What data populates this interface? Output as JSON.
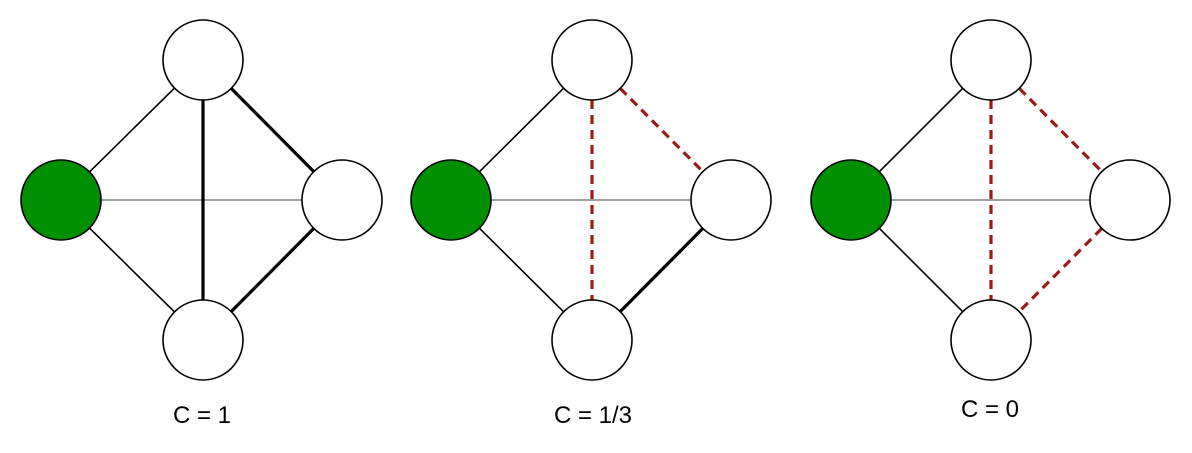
{
  "colors": {
    "center_node": "#008f00",
    "neighbor_node": "#ffffff",
    "node_stroke": "#000000",
    "center_edge": "#000000",
    "center_horizontal_edge": "#808080",
    "neighbor_edge_present": "#000000",
    "neighbor_edge_missing": "#9b1b1b"
  },
  "panels": [
    {
      "caption": "C = 1",
      "neighbor_edges": [
        {
          "from": "top",
          "to": "bottom",
          "present": true
        },
        {
          "from": "top",
          "to": "right",
          "present": true
        },
        {
          "from": "right",
          "to": "bottom",
          "present": true
        }
      ]
    },
    {
      "caption": "C = 1/3",
      "neighbor_edges": [
        {
          "from": "top",
          "to": "bottom",
          "present": false
        },
        {
          "from": "top",
          "to": "right",
          "present": false
        },
        {
          "from": "right",
          "to": "bottom",
          "present": true
        }
      ]
    },
    {
      "caption": "C = 0",
      "neighbor_edges": [
        {
          "from": "top",
          "to": "bottom",
          "present": false
        },
        {
          "from": "top",
          "to": "right",
          "present": false
        },
        {
          "from": "right",
          "to": "bottom",
          "present": false
        }
      ]
    }
  ]
}
